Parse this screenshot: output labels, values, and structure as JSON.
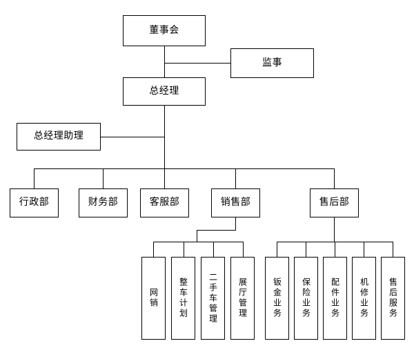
{
  "diagram": {
    "title_text": "",
    "type": "organization-chart",
    "line_color": "#000000",
    "box_fill": "#ffffff",
    "text_color": "#000000",
    "nodes": {
      "board": {
        "label": "董事会",
        "orientation": "horizontal"
      },
      "supervisor": {
        "label": "监事",
        "orientation": "horizontal"
      },
      "general_manager": {
        "label": "总经理",
        "orientation": "horizontal"
      },
      "gm_assistant": {
        "label": "总经理助理",
        "orientation": "horizontal"
      },
      "departments": [
        {
          "label": "行政部",
          "orientation": "horizontal"
        },
        {
          "label": "财务部",
          "orientation": "horizontal"
        },
        {
          "label": "客服部",
          "orientation": "horizontal"
        },
        {
          "label": "销售部",
          "orientation": "horizontal"
        },
        {
          "label": "售后部",
          "orientation": "horizontal"
        }
      ],
      "sales_units": [
        {
          "label": "网销",
          "orientation": "vertical"
        },
        {
          "label": "整车计划",
          "orientation": "vertical"
        },
        {
          "label": "二手车管理",
          "orientation": "vertical"
        },
        {
          "label": "展厅管理",
          "orientation": "vertical"
        }
      ],
      "aftersales_units": [
        {
          "label": "钣金业务",
          "orientation": "vertical"
        },
        {
          "label": "保险业务",
          "orientation": "vertical"
        },
        {
          "label": "配件业务",
          "orientation": "vertical"
        },
        {
          "label": "机修业务",
          "orientation": "vertical"
        },
        {
          "label": "售后服务",
          "orientation": "vertical"
        }
      ]
    }
  }
}
